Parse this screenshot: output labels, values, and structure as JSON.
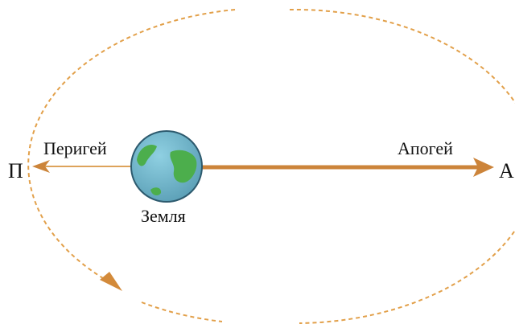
{
  "labels": {
    "perigee_point": "П",
    "apogee_point": "А",
    "perigee": "Перигей",
    "apogee": "Апогей",
    "earth": "Земля"
  },
  "colors": {
    "orbit": "#e2a04a",
    "arrow_thin": "#dda35a",
    "arrow_thick": "#cc843a",
    "ocean": "#6fb3c9",
    "ocean_outline": "#2d5a6e",
    "land": "#4cae4c",
    "text": "#111111"
  }
}
